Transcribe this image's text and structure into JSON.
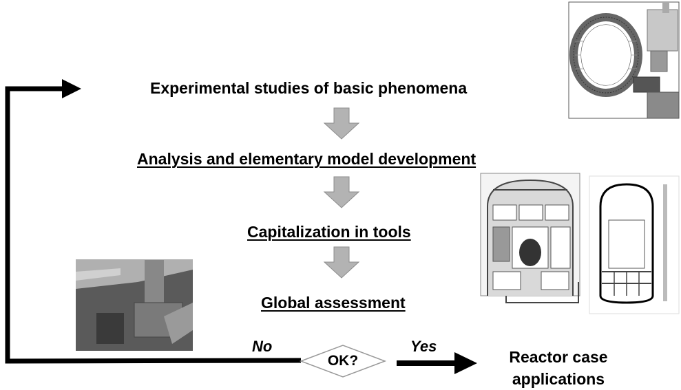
{
  "steps": {
    "step1": "Experimental studies of basic phenomena",
    "step2": "Analysis and elementary model development",
    "step3": "Capitalization in tools",
    "step4": "Global assessment"
  },
  "decision": {
    "label": "OK?",
    "no_label": "No",
    "yes_label": "Yes"
  },
  "outcome": {
    "line1": "Reactor case",
    "line2": "applications"
  },
  "images": {
    "top_right": "mesh-model-illustration",
    "middle_right_left": "containment-schematic",
    "middle_right_right": "vessel-model-chart",
    "bottom_left": "experimental-facility-photo"
  }
}
